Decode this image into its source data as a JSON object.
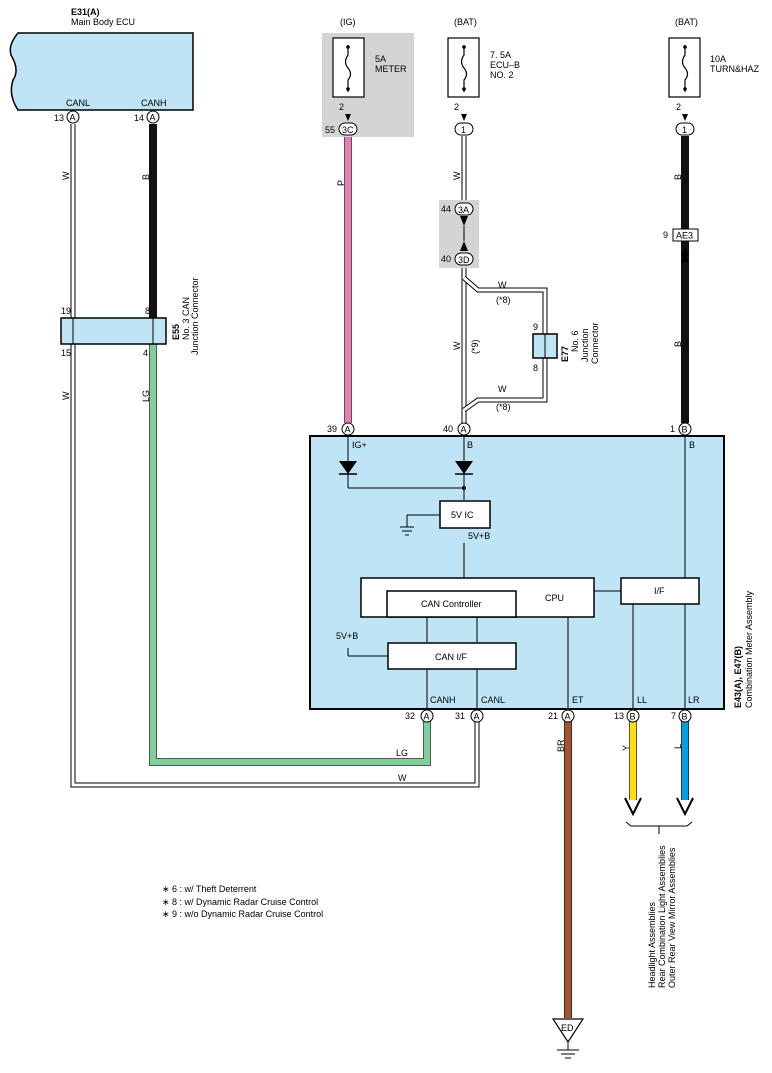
{
  "colors": {
    "ecu_fill": "#bfe4f5",
    "gray_box": "#d4d4d4",
    "wire_pink": "#e87db4",
    "wire_green": "#7dd09a",
    "wire_brown": "#a8532e",
    "wire_yellow": "#ffe000",
    "wire_blue": "#009fe3",
    "wire_black": "#111111"
  },
  "main_ecu": {
    "code": "E31(A)",
    "name": "Main Body ECU",
    "pin_canl": "CANL",
    "pin_canh": "CANH",
    "num_canl": "13",
    "num_canh": "14",
    "conn": "A"
  },
  "fuses": [
    {
      "source": "(IG)",
      "rating": "5A",
      "name": "METER",
      "pin": "2",
      "conn_num": "55",
      "conn": "3C"
    },
    {
      "source": "(BAT)",
      "rating": "7. 5A",
      "name": "ECU–B",
      "name2": "NO. 2",
      "pin": "2",
      "conn": "1"
    },
    {
      "source": "(BAT)",
      "rating": "10A",
      "name": "TURN&HAZ",
      "pin": "2",
      "conn": "1"
    }
  ],
  "junction_3a3d": {
    "top_num": "44",
    "top_conn": "3A",
    "bot_num": "40",
    "bot_conn": "3D"
  },
  "ae3": {
    "num": "9",
    "conn": "AE3"
  },
  "e55": {
    "code": "E55",
    "line1": "No. 3 CAN",
    "line2": "Junction Connector",
    "p19": "19",
    "p8": "8",
    "p15": "15",
    "p4": "4"
  },
  "e77": {
    "code": "E77",
    "line1": "No. 6",
    "line2": "Junction",
    "line3": "Connector",
    "p9": "9",
    "p8": "8"
  },
  "wires": {
    "w_canl": "W",
    "b_canh": "B",
    "p_ig": "P",
    "w_bat": "W",
    "b_turn": "B",
    "b_turn2": "B",
    "lg": "LG",
    "w_low": "W",
    "lg_bottom": "LG",
    "w_bottom": "W",
    "br": "BR",
    "y": "Y",
    "l": "L",
    "w_upper": "W",
    "w_mid": "W",
    "w_lower": "W",
    "note8_top": "(*8)",
    "note9": "(*9)",
    "note8_bot": "(*8)"
  },
  "meter": {
    "code": "E43(A), E47(B)",
    "name": "Combination Meter Assembly",
    "top_pins": [
      {
        "num": "39",
        "conn": "A",
        "label": "IG+"
      },
      {
        "num": "40",
        "conn": "A",
        "label": "B"
      },
      {
        "num": "1",
        "conn": "B",
        "label": "B"
      }
    ],
    "ic": "5V IC",
    "ic_out": "5V+B",
    "cpu": "CPU",
    "can_controller": "CAN Controller",
    "interface": "I/F",
    "can_if": "CAN I/F",
    "can_if_supply": "5V+B",
    "bottom_pins": [
      {
        "num": "32",
        "conn": "A",
        "label": "CANH"
      },
      {
        "num": "31",
        "conn": "A",
        "label": "CANL"
      },
      {
        "num": "21",
        "conn": "A",
        "label": "ET"
      },
      {
        "num": "13",
        "conn": "B",
        "label": "LL"
      },
      {
        "num": "7",
        "conn": "B",
        "label": "LR"
      }
    ]
  },
  "destinations": [
    "Headlight Assemblies",
    "Rear Combination Light Assemblies",
    "Outer Rear View Mirror Assemblies"
  ],
  "ground": "ED",
  "notes": [
    "∗ 6 : w/ Theft Deterrent",
    "∗ 8 : w/ Dynamic Radar Cruise Control",
    "∗ 9 : w/o Dynamic Radar Cruise Control"
  ]
}
